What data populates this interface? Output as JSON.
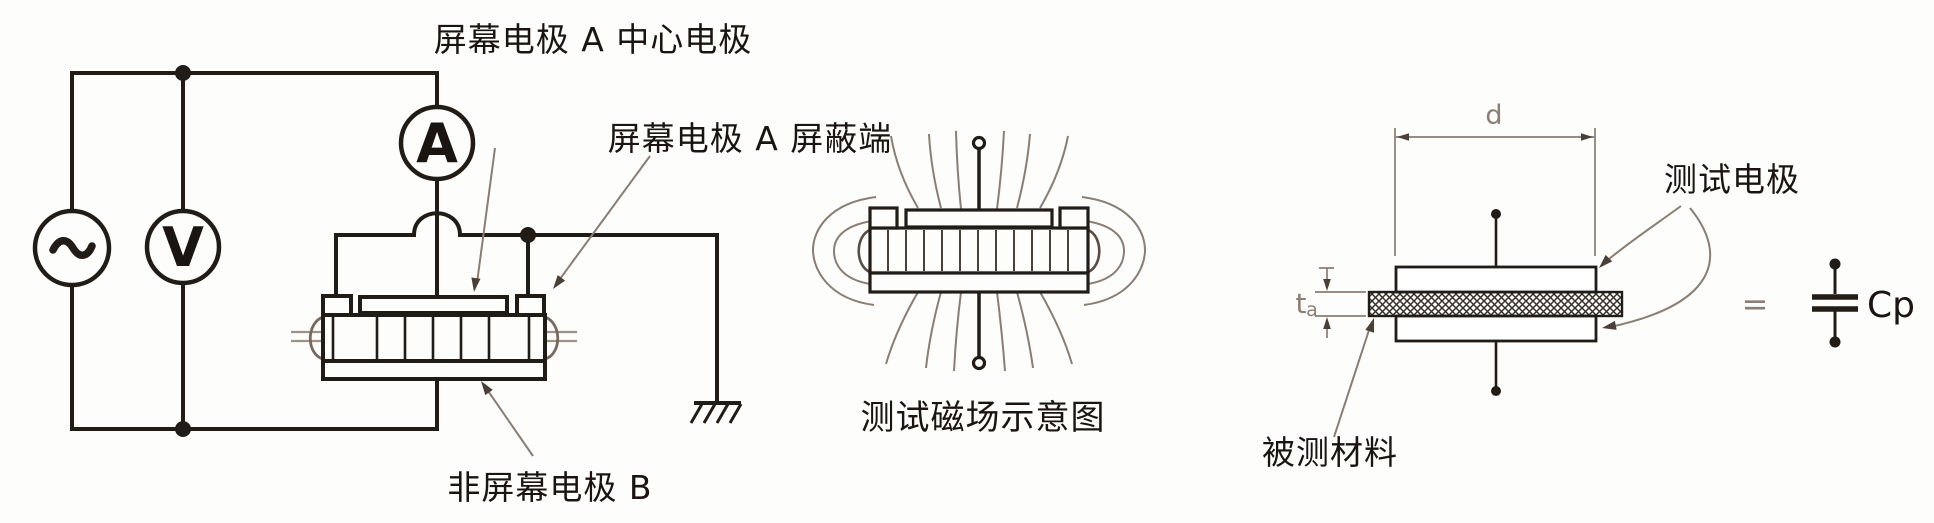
{
  "colors": {
    "ink": "#221c16",
    "leader_gray": "#8a7d72",
    "cap_gray": "#9c9287",
    "background": "#fdfdfc"
  },
  "left_circuit": {
    "ammeter_label": "A",
    "voltmeter_label": "V",
    "label_center_electrode": "屏幕电极 A 中心电极",
    "label_shield_terminal": "屏幕电极 A 屏蔽端",
    "label_electrode_b": "非屏幕电极 B"
  },
  "middle_diagram": {
    "caption": "测试磁场示意图"
  },
  "right_diagram": {
    "dim_diameter": "d",
    "dim_thickness": "t",
    "dim_thickness_sub": "a",
    "label_test_electrode": "测试电极",
    "label_material": "被测材料",
    "equals_sign": "=",
    "capacitance_label": "Cp"
  }
}
